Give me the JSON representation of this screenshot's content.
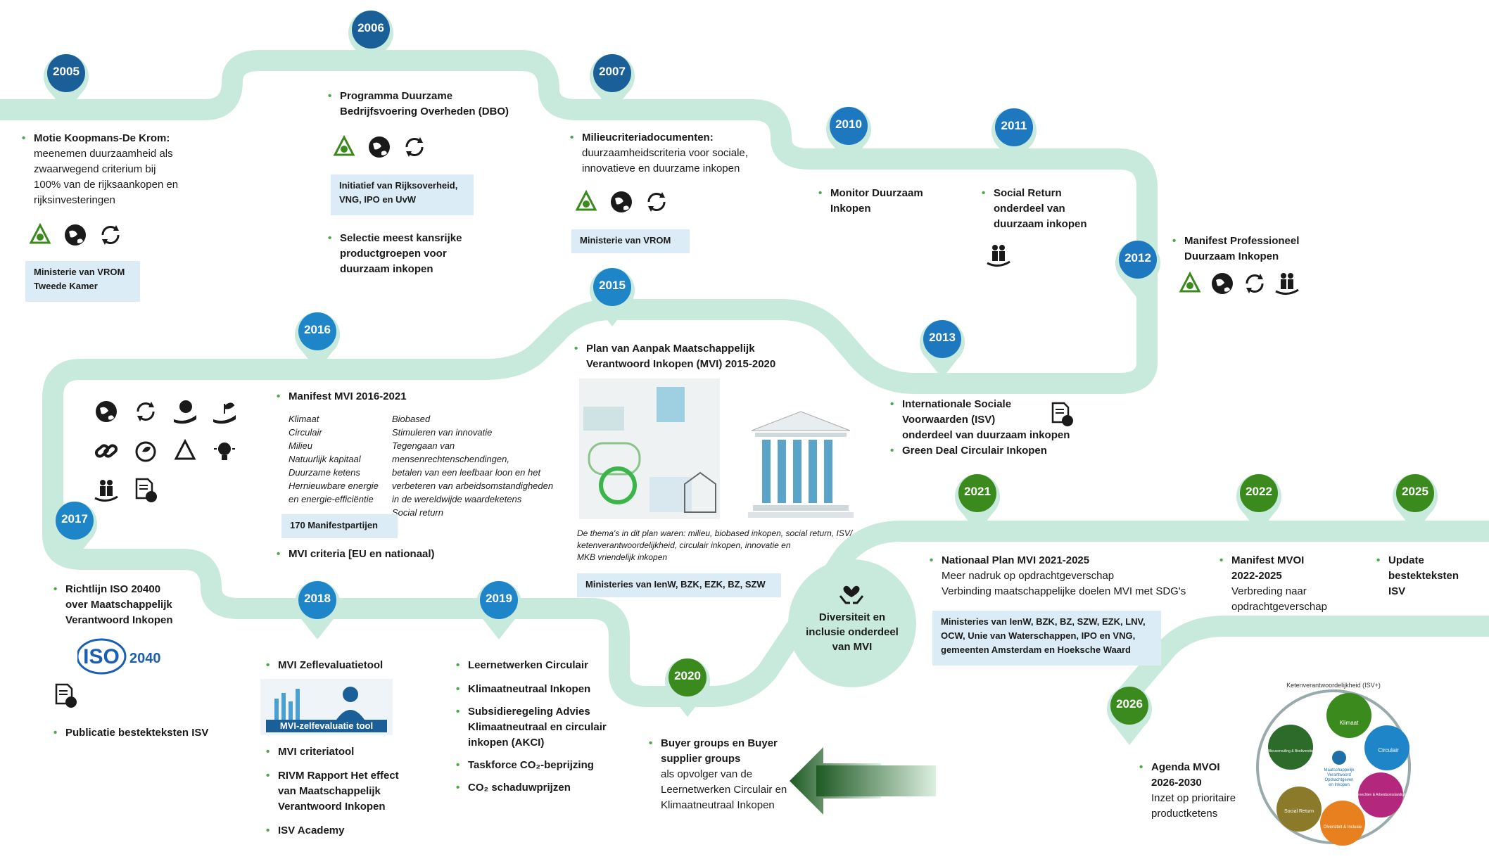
{
  "years": [
    "2005",
    "2006",
    "2007",
    "2010",
    "2011",
    "2012",
    "2013",
    "2015",
    "2016",
    "2017",
    "2018",
    "2019",
    "2020",
    "2021",
    "2022",
    "2025",
    "2026"
  ],
  "colors": {
    "road": "#c8eadd",
    "blue": "#1a5f97",
    "green": "#3b8a1e",
    "arrow": "#2c6b2a",
    "note_bg": "#dcecf7"
  },
  "e2005": {
    "title": "Motie Koopmans-De Krom:",
    "text": [
      "meenemen duurzaamheid als",
      "zwaarwegend criterium bij",
      "100% van de rijksaankopen en",
      "rijksinvesteringen"
    ],
    "note": [
      "Ministerie van VROM",
      "Tweede Kamer"
    ]
  },
  "e2006": {
    "title": [
      "Programma Duurzame",
      "Bedrijfsvoering Overheden (DBO)"
    ],
    "note": [
      "Initiatief van Rijksoverheid,",
      "VNG, IPO en UvW"
    ],
    "title2": [
      "Selectie meest kansrijke",
      "productgroepen voor",
      "duurzaam inkopen"
    ]
  },
  "e2007": {
    "title": "Milieucriteriadocumenten:",
    "text": [
      "duurzaamheidscriteria voor sociale,",
      "innovatieve en duurzame inkopen"
    ],
    "note": "Ministerie van VROM"
  },
  "e2010": {
    "title": [
      "Monitor Duurzaam",
      "Inkopen"
    ]
  },
  "e2011": {
    "title": [
      "Social Return",
      "onderdeel van",
      "duurzaam inkopen"
    ]
  },
  "e2012": {
    "title": [
      "Manifest Professioneel",
      "Duurzaam Inkopen"
    ]
  },
  "e2013": {
    "title": [
      "Internationale Sociale",
      "Voorwaarden (ISV)",
      "onderdeel van duurzaam inkopen"
    ],
    "title2": "Green Deal Circulair Inkopen"
  },
  "e2015": {
    "title": [
      "Plan van Aanpak Maatschappelijk",
      "Verantwoord Inkopen (MVI) 2015-2020"
    ],
    "caption": [
      "De thema's in dit plan waren: milieu, biobased inkopen, social return, ISV/",
      "ketenverantwoordelijkheid, circulair inkopen, innovatie en",
      "MKB vriendelijk inkopen"
    ],
    "note": "Ministeries van IenW, BZK, EZK, BZ, SZW"
  },
  "e2016": {
    "title": "Manifest MVI 2016-2021",
    "col1": [
      "Klimaat",
      "Circulair",
      "Milieu",
      "Natuurlijk kapitaal",
      "Duurzame ketens",
      "Hernieuwbare energie",
      "en energie-efficiëntie"
    ],
    "col2": [
      "Biobased",
      "Stimuleren van innovatie",
      "Tegengaan van mensenrechtenschendingen,",
      "betalen van een leefbaar loon en het",
      "verbeteren van arbeidsomstandigheden",
      "in de wereldwijde waardeketens",
      "Social return"
    ],
    "note": "170 Manifestpartijen",
    "title2": "MVI criteria [EU en nationaal)"
  },
  "e2017": {
    "title": [
      "Richtlijn ISO 20400",
      "over Maatschappelijk",
      "Verantwoord Inkopen"
    ],
    "iso": "ISO",
    "iso_num": "2040",
    "title2": "Publicatie bestekteksten ISV"
  },
  "e2018": {
    "items": [
      "MVI Zeflevaluatietool",
      "MVI criteriatool"
    ],
    "rivm": [
      "RIVM Rapport Het effect",
      "van Maatschappelijk",
      "Verantwoord Inkopen"
    ],
    "academy": "ISV Academy",
    "tool_label": "MVI-zelfevaluatie tool"
  },
  "e2019": {
    "items": [
      "Leernetwerken Circulair",
      "Klimaatneutraal Inkopen"
    ],
    "akci": [
      "Subsidieregeling Advies",
      "Klimaatneutraal en circulair",
      "inkopen (AKCI)"
    ],
    "taskforce": "Taskforce CO₂-beprijzing",
    "schaduw": "CO₂ schaduwprijzen"
  },
  "e2020": {
    "title": [
      "Buyer groups en Buyer",
      "supplier groups"
    ],
    "text": [
      "als opvolger van de",
      "Leernetwerken Circulair en",
      "Klimaatneutraal Inkopen"
    ]
  },
  "diversiteit": [
    "Diversiteit en",
    "inclusie onderdeel",
    "van MVI"
  ],
  "e2021": {
    "title": "Nationaal Plan MVI 2021-2025",
    "text": [
      "Meer nadruk op opdrachtgeverschap",
      "Verbinding maatschappelijke doelen MVI met SDG's"
    ],
    "note": [
      "Ministeries van IenW, BZK, BZ, SZW, EZK, LNV,",
      "OCW, Unie van Waterschappen, IPO en VNG,",
      "gemeenten Amsterdam en Hoeksche Waard"
    ]
  },
  "e2022": {
    "title": [
      "Manifest MVOI",
      "2022-2025"
    ],
    "text": [
      "Verbreding naar",
      "opdrachtgeverschap"
    ]
  },
  "e2025": {
    "title": [
      "Update",
      "bestekteksten",
      "ISV"
    ]
  },
  "e2026": {
    "title": [
      "Agenda MVOI",
      "2026-2030"
    ],
    "text": [
      "Inzet op prioritaire",
      "productketens"
    ]
  },
  "wheel": {
    "ring": "Ketenverantwoordelijkheid (ISV+)",
    "center": [
      "Maatschappelijk",
      "Verantwoord",
      "Opdrachtgeven",
      "en Inkopen"
    ],
    "segments": [
      "Klimaat",
      "Circulair",
      "Mensenrechten & Arbeidsomstandigheden",
      "Diversiteit & Inclusie",
      "Social Return",
      "Milieuvervuiling & Biodiversiteit"
    ],
    "seg_colors": [
      "#3b8a1e",
      "#1e86c8",
      "#b3287d",
      "#e8801f",
      "#8a7a2a",
      "#2c6b2a"
    ]
  }
}
